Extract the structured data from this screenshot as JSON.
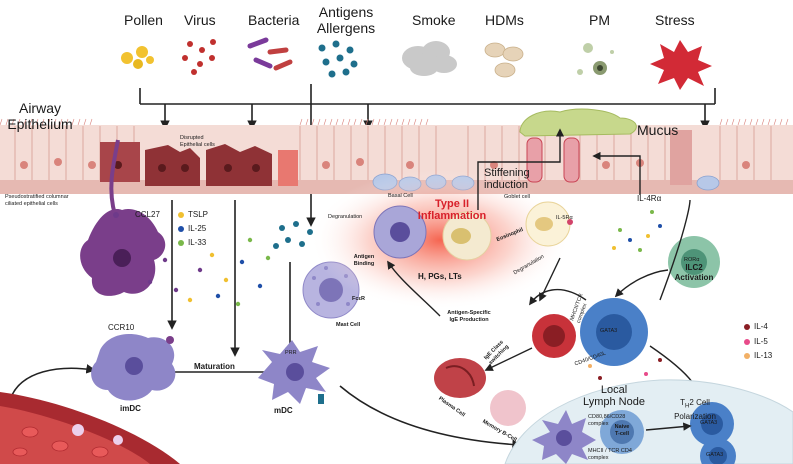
{
  "triggers": {
    "pollen": "Pollen",
    "virus": "Virus",
    "bacteria": "Bacteria",
    "antigens_line1": "Antigens",
    "antigens_line2": "Allergens",
    "smoke": "Smoke",
    "hdms": "HDMs",
    "pm": "PM",
    "stress": "Stress"
  },
  "epithelium": {
    "title_line1": "Airway",
    "title_line2": "Epithelium",
    "disrupted_line1": "Disrupted",
    "disrupted_line2": "Epithelial cells",
    "pseudo_line1": "Pseudostratified columnar",
    "pseudo_line2": "ciliated epithelial cells",
    "basal_cell": "Basal Cell",
    "goblet_cell": "Goblet cell",
    "mucus": "Mucus",
    "stiffening_line1": "Stiffening",
    "stiffening_line2": "induction"
  },
  "cytokines": {
    "ccl27": "CCL27",
    "tslp": "TSLP",
    "il25": "IL-25",
    "il33": "IL-33",
    "il4ra": "IL-4Rα",
    "il5ra": "IL-5Rα",
    "il4": "IL-4",
    "il5": "IL-5",
    "il13": "IL-13"
  },
  "inflammation": {
    "title_line1": "Type II",
    "title_line2": "Inflammation",
    "mediators": "H, PGs, LTs",
    "degranulation_1": "Degranulation",
    "degranulation_2": "Degranulation",
    "eosinophil": "Eosinophil"
  },
  "cells": {
    "antigen_binding_line1": "Antigen",
    "antigen_binding_line2": "Binding",
    "fcer": "FcεR",
    "mast_cell": "Mast Cell",
    "ccr10": "CCR10",
    "imdc": "imDC",
    "maturation": "Maturation",
    "mdc": "mDC",
    "prr": "PRR",
    "ilc2_line1": "ILC2",
    "ilc2_line2": "Activation",
    "rora": "RORα",
    "gata3_a": "GATA3",
    "gata3_b": "GATA3",
    "gata3_c": "GATA3",
    "plasma_cell": "Plasma Cell",
    "memory_b": "Memory B-Cell",
    "naive_line1": "Naive",
    "naive_line2": "T-cell"
  },
  "processes": {
    "ige_prod_line1": "Antigen-Specific",
    "ige_prod_line2": "IgE Production",
    "ige_switch_line1": "IgE Class",
    "ige_switch_line2": "switching",
    "th2_line1": "T",
    "th2_sub": "H",
    "th2_line1_rest": "2 Cell",
    "th2_line2": "Polarization",
    "mhc_tcr_line1": "MHCII/TCR",
    "mhc_tcr_line2": "complex",
    "cd40": "CD40/CD40L",
    "cd80_line1": "CD80,86/CD28",
    "cd80_line2": "complex",
    "mhc_bottom_line1": "MHCII / TCR CD4",
    "mhc_bottom_line2": "complex"
  },
  "lymph_node": {
    "line1": "Local",
    "line2": "Lymph Node"
  },
  "colors": {
    "epithelium_cell": "#f6ded8",
    "disrupted_cell": "#9b3b3e",
    "dendritic": "#8e86c8",
    "inflammation": "#e04030",
    "lymph_node_bg": "#e3eef3",
    "blood_vessel": "#b83036"
  }
}
